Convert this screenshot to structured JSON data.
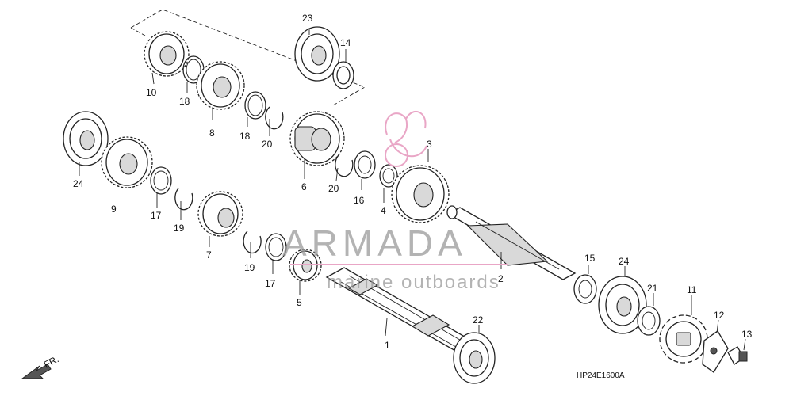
{
  "diagram": {
    "part_labels": [
      "1",
      "2",
      "3",
      "4",
      "5",
      "6",
      "7",
      "8",
      "9",
      "10",
      "11",
      "12",
      "13",
      "14",
      "15",
      "16",
      "17",
      "17",
      "18",
      "18",
      "19",
      "19",
      "20",
      "20",
      "21",
      "22",
      "23",
      "24",
      "24"
    ],
    "drawing_code": "HP24E1600A",
    "front_indicator": "FR."
  },
  "watermark": {
    "brand": "ARMADA",
    "tagline": "marine outboards",
    "logo_color": "#e9a6c6"
  }
}
